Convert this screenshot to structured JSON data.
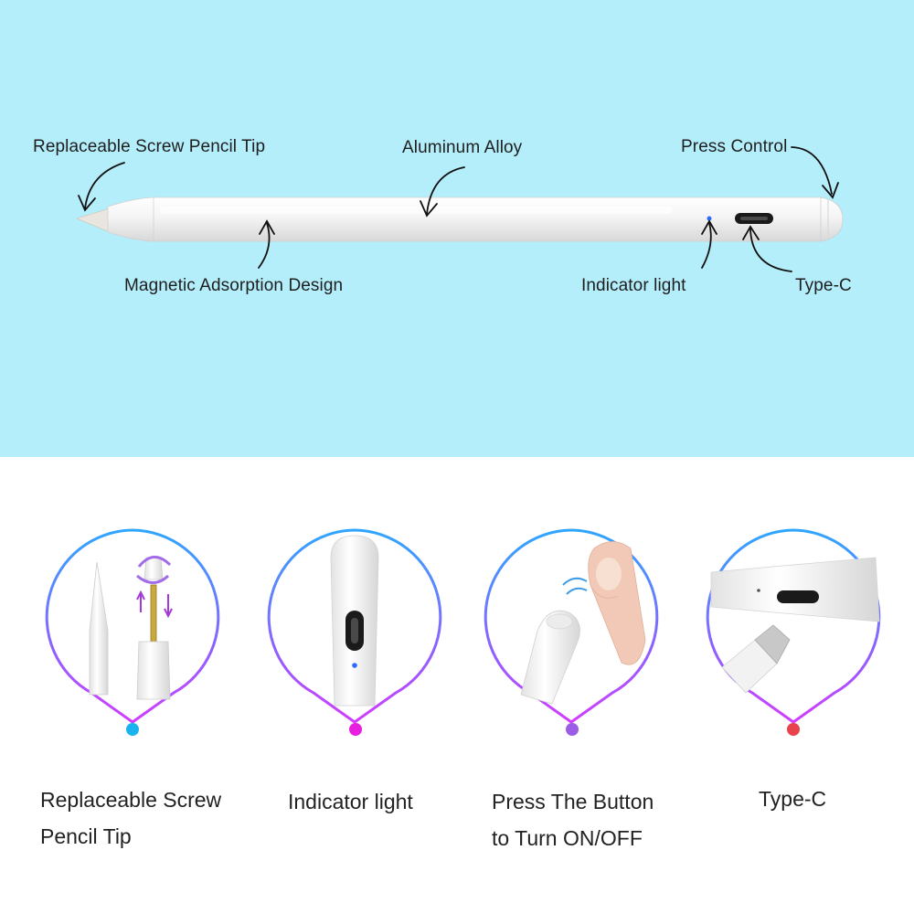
{
  "colors": {
    "top_background": "#b5eefb",
    "pen_body": "#f3f3f3",
    "gradient_blue": "#2fa6ff",
    "gradient_purple": "#b04dff",
    "gradient_pink": "#ff2fd0",
    "dot_1": "#1ab3f0",
    "dot_2": "#e91fe0",
    "dot_3": "#9b5ce6",
    "dot_4": "#e8434c",
    "indicator_light": "#2d6cff"
  },
  "callouts": {
    "tip": "Replaceable Screw Pencil Tip",
    "alloy": "Aluminum Alloy",
    "press": "Press Control",
    "magnetic": "Magnetic Adsorption Design",
    "indicator": "Indicator light",
    "typec": "Type-C"
  },
  "features": [
    {
      "lines": [
        "Replaceable Screw",
        "Pencil Tip"
      ],
      "icon": "screw-tip-icon"
    },
    {
      "lines": [
        "Indicator light"
      ],
      "icon": "indicator-light-icon"
    },
    {
      "lines": [
        "Press The Button",
        "to Turn ON/OFF"
      ],
      "icon": "finger-press-icon"
    },
    {
      "lines": [
        "Type-C"
      ],
      "icon": "type-c-port-icon"
    }
  ]
}
